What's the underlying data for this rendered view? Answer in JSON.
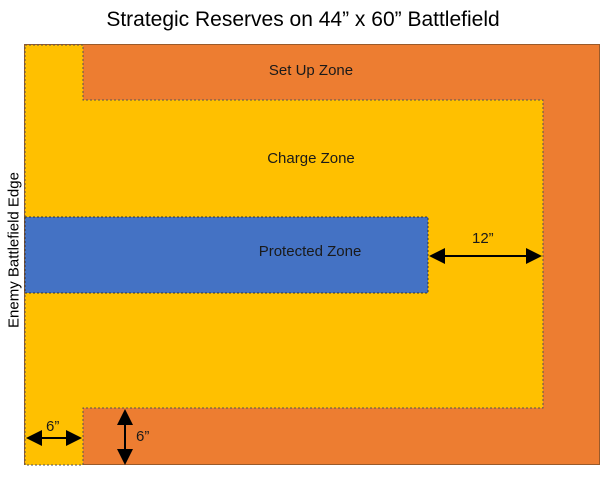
{
  "title": "Strategic Reserves on 44” x 60” Battlefield",
  "zones": {
    "setup": "Set Up Zone",
    "charge": "Charge Zone",
    "protected": "Protected Zone"
  },
  "edge_label": "Enemy Battlefield  Edge",
  "dimensions": {
    "side_gap": "12”",
    "bottom_width": "6”",
    "bottom_height": "6”"
  },
  "colors": {
    "setup": "#ED7D31",
    "charge": "#FFC000",
    "protected": "#4472C4"
  }
}
